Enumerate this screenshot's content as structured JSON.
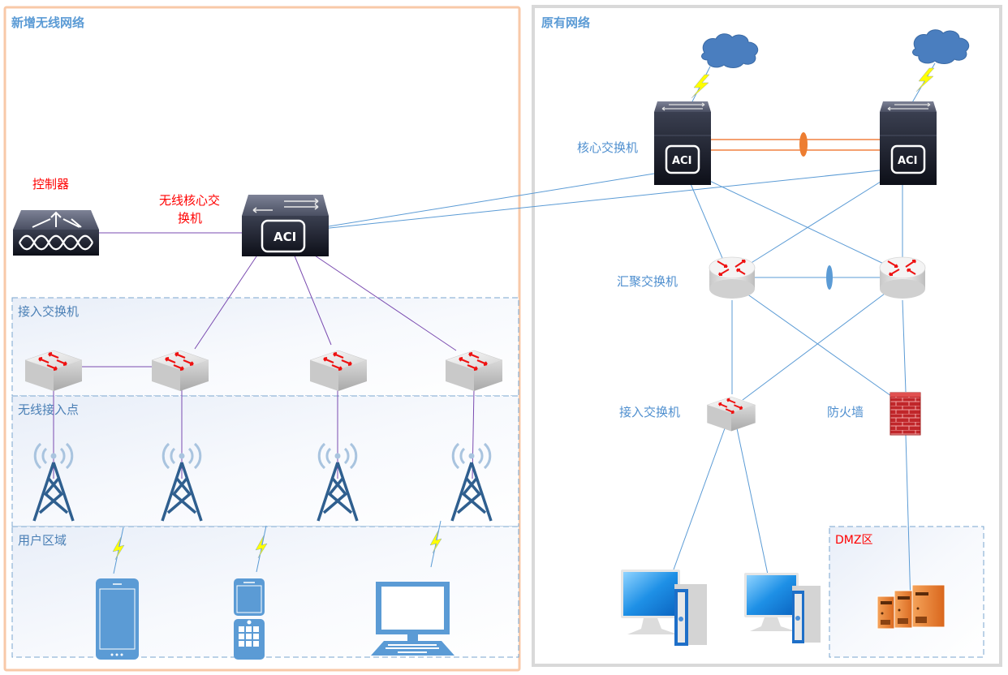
{
  "left_panel": {
    "title": "新增无线网络",
    "controller_label": "控制器",
    "wireless_core_label_line1": "无线核心交",
    "wireless_core_label_line2": "换机",
    "zones": [
      {
        "label": "接入交换机"
      },
      {
        "label": "无线接入点"
      },
      {
        "label": "用户区域"
      }
    ],
    "access_switch_count": 4,
    "access_point_count": 4,
    "user_devices": [
      "smartphone",
      "flip-phone",
      "laptop"
    ]
  },
  "right_panel": {
    "title": "原有网络",
    "core_switch_label": "核心交换机",
    "aggregation_switch_label": "汇聚交换机",
    "access_switch_label": "接入交换机",
    "firewall_label": "防火墙",
    "dmz_label": "DMZ区",
    "aci_text": "ACI"
  },
  "colors": {
    "left_border": "#f8c9a8",
    "right_border": "#d9d9d9",
    "title": "#5b9bd5",
    "red_label": "#ff0000",
    "purple_link": "#7a4bb0",
    "blue_link": "#5b9bd5",
    "orange_link": "#f4a070",
    "cloud": "#4a7ebf",
    "device_blue": "#5b9bd5",
    "tower": "#2f5f8f"
  }
}
